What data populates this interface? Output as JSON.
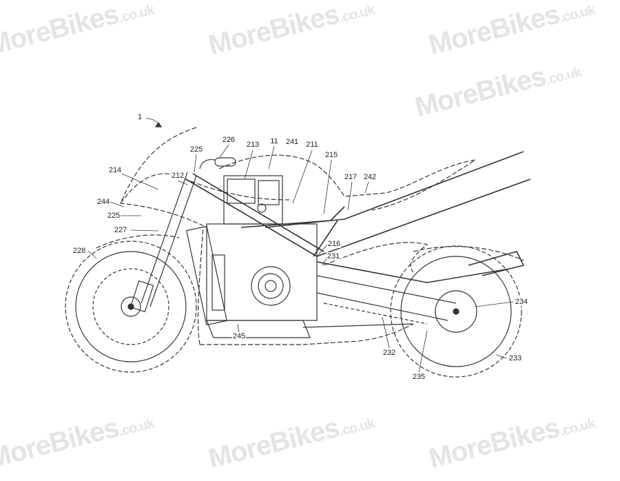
{
  "watermark": {
    "brand": "MoreBikes",
    "suffix": ".co.uk"
  },
  "figure": {
    "title": "Motorcycle side view patent drawing",
    "labels": [
      {
        "id": "ref-1",
        "text": "1"
      },
      {
        "id": "ref-226",
        "text": "226"
      },
      {
        "id": "ref-213",
        "text": "213"
      },
      {
        "id": "ref-11",
        "text": "11"
      },
      {
        "id": "ref-241",
        "text": "241"
      },
      {
        "id": "ref-211",
        "text": "211"
      },
      {
        "id": "ref-215",
        "text": "215"
      },
      {
        "id": "ref-225-top",
        "text": "225"
      },
      {
        "id": "ref-212",
        "text": "212"
      },
      {
        "id": "ref-214",
        "text": "214"
      },
      {
        "id": "ref-217",
        "text": "217"
      },
      {
        "id": "ref-242",
        "text": "242"
      },
      {
        "id": "ref-244",
        "text": "244"
      },
      {
        "id": "ref-225-mid",
        "text": "225"
      },
      {
        "id": "ref-227",
        "text": "227"
      },
      {
        "id": "ref-228",
        "text": "228"
      },
      {
        "id": "ref-216",
        "text": "216"
      },
      {
        "id": "ref-231",
        "text": "231"
      },
      {
        "id": "ref-234",
        "text": "234"
      },
      {
        "id": "ref-245",
        "text": "245"
      },
      {
        "id": "ref-232",
        "text": "232"
      },
      {
        "id": "ref-233",
        "text": "233"
      },
      {
        "id": "ref-235",
        "text": "235"
      }
    ]
  }
}
